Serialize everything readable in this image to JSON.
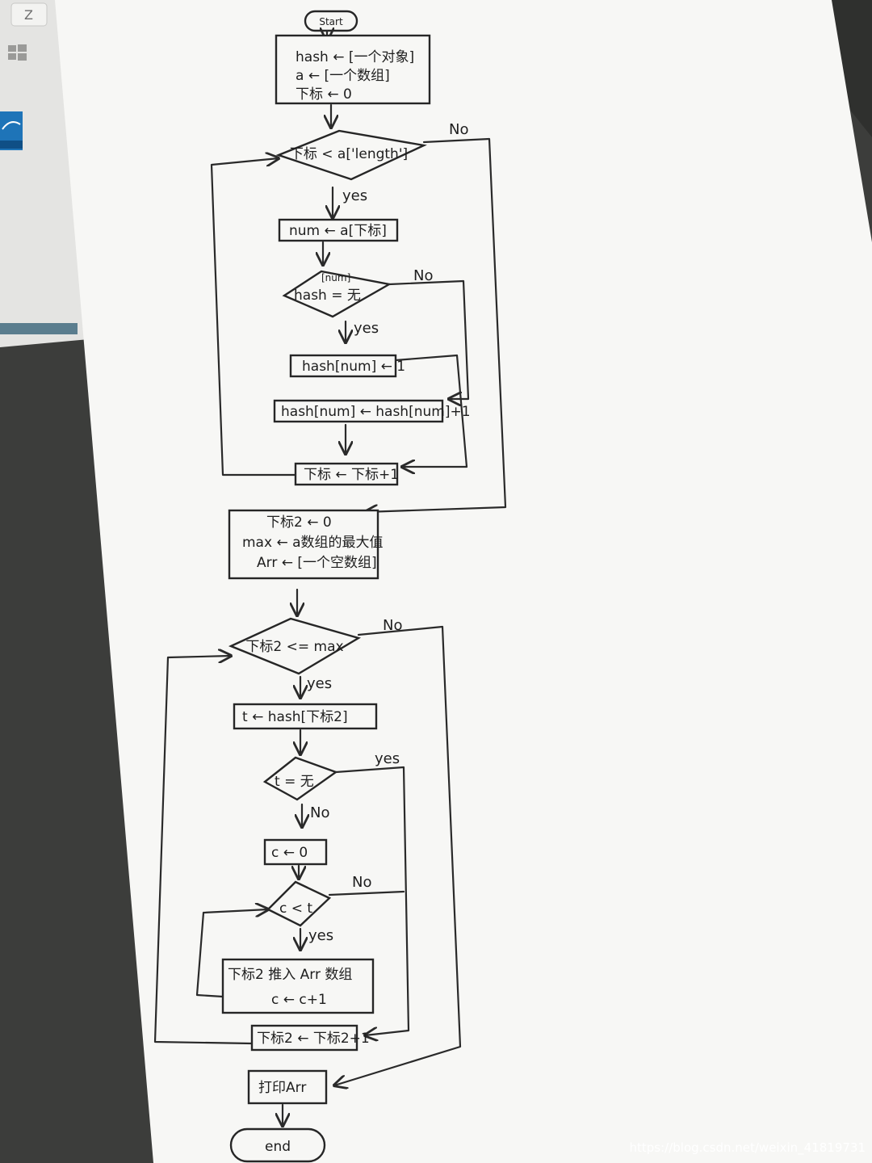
{
  "background": {
    "paper_color": "#f7f7f5",
    "desk_color": "#3c3d3b",
    "laptop_color": "#e4e4e2",
    "keys": [
      "Z"
    ],
    "icons": [
      "windows-logo-icon",
      "energy-star-sticker-icon"
    ]
  },
  "flowchart": {
    "start": "Start",
    "init_lines": [
      "hash ← [一个对象]",
      "a ← [一个数组]",
      "下标 ← 0"
    ],
    "loop1_condition": "下标 < a['length']",
    "loop1_yes": "yes",
    "loop1_no": "No",
    "assign_num": "num ← a[下标]",
    "hash_check_super": "[num]",
    "hash_check": "hash = 无",
    "hash_check_yes": "yes",
    "hash_check_no": "No",
    "hash_set_one": "hash[num] ← 1",
    "hash_increment": "hash[num] ← hash[num]+1",
    "index_increment": "下标 ← 下标+1",
    "init2_lines": [
      "下标2 ← 0",
      "max ← a数组的最大值",
      "Arr ← [一个空数组]"
    ],
    "loop2_condition": "下标2 <= max",
    "loop2_yes": "yes",
    "loop2_no": "No",
    "assign_t": "t ← hash[下标2]",
    "t_check": "t = 无",
    "t_check_yes": "yes",
    "t_check_no": "No",
    "assign_c": "c ← 0",
    "loop3_condition": "c < t",
    "loop3_yes": "yes",
    "loop3_no": "No",
    "push_lines": [
      "下标2 推入 Arr 数组",
      "c ← c+1"
    ],
    "index2_increment": "下标2 ← 下标2+1",
    "print": "打印Arr",
    "end": "end"
  },
  "watermark": "https://blog.csdn.net/weixin_41819731"
}
